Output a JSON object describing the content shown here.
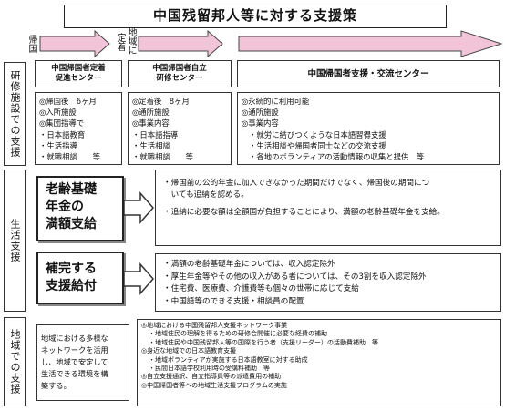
{
  "title": "中国残留邦人等に対する支援策",
  "timeline": {
    "return_label": "帰国",
    "settle_label": "定着",
    "local_label": "地域に"
  },
  "sections": {
    "training": "研修施設での支援",
    "life": "生活支援",
    "community": "地域での支援"
  },
  "centers": {
    "center1": {
      "line1": "中国帰国者定着",
      "line2": "促進センター"
    },
    "center2": {
      "line1": "中国帰国者自立",
      "line2": "研修センター"
    },
    "center3": "中国帰国者支援・交流センター"
  },
  "center1_items": [
    "◎帰国後　6ヶ月",
    "◎入所施設",
    "◎集団指導で",
    "・日本語教育",
    "・生活指導",
    "・就職相談　　等"
  ],
  "center2_items": [
    "◎定着後　8ヶ月",
    "◎通所施設",
    "◎事業内容",
    "・日本語指導",
    "・生活相談",
    "・就職相談　　等"
  ],
  "center3_items": [
    "◎永続的に利用可能",
    "◎通所施設",
    "◎事業内容",
    "・就労に結びつくような日本語習得支援",
    "・生活相談や帰国者同士などの交流支援",
    "・各地のボランティアの活動情報の収集と提供　等"
  ],
  "pension": {
    "label": [
      "老齢基礎",
      "年金の",
      "満額支給"
    ],
    "desc": [
      "・帰国前の公的年金に加入できなかった期間だけでなく、帰国後の期間につ",
      "　いても追納を認める。",
      "・追納に必要な額は全額国が負担することにより、満額の老齢基礎年金を支給。"
    ]
  },
  "supplement": {
    "label": [
      "補完する",
      "支援給付"
    ],
    "desc": [
      "・満額の老齢基礎年金については、収入認定除外",
      "・厚生年金等やその他の収入がある者については、その3割を収入認定除外",
      "・住宅費、医療費、介護費等も個々の世帯に応じて支給",
      "・中国語等のできる支援・相談員の配置"
    ]
  },
  "community": {
    "label": [
      "地域における多様な",
      "ネットワークを活用",
      "し、地域で安定して",
      "生活できる環境を構",
      "築する。"
    ],
    "desc": [
      "◎地域における中国残留邦人支援ネットワーク事業",
      "・地域住民の理解を得るための研修会開催に必要な経費の補助",
      "・地域住民や中国残留邦人等の国際を行う者（支援リーダー）の活動費補助　等",
      "◎身近な地域での日本語教育支援",
      "・地域ボランティアが実施する日本語教室に対する助成",
      "・民間日本語学校利用時の受講料補助　等",
      "◎自立支援通訳、自立指導員等の派遣費用の補助",
      "◎中国帰国者等への地域生活支援プログラムの実施"
    ]
  },
  "colors": {
    "arrow_fill": "#f2c4d8",
    "arrow_stroke": "#444444"
  }
}
